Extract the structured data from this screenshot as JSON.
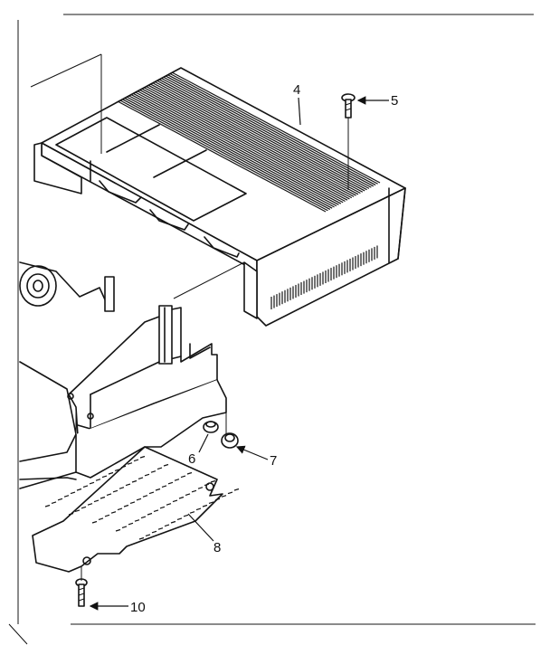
{
  "diagram": {
    "callouts": [
      {
        "id": "part-4",
        "label": "4"
      },
      {
        "id": "part-5",
        "label": "5"
      },
      {
        "id": "part-6",
        "label": "6"
      },
      {
        "id": "part-7",
        "label": "7"
      },
      {
        "id": "part-8",
        "label": "8"
      },
      {
        "id": "part-10",
        "label": "10"
      }
    ],
    "colors": {
      "ink": "#141414",
      "paper": "#ffffff"
    }
  }
}
